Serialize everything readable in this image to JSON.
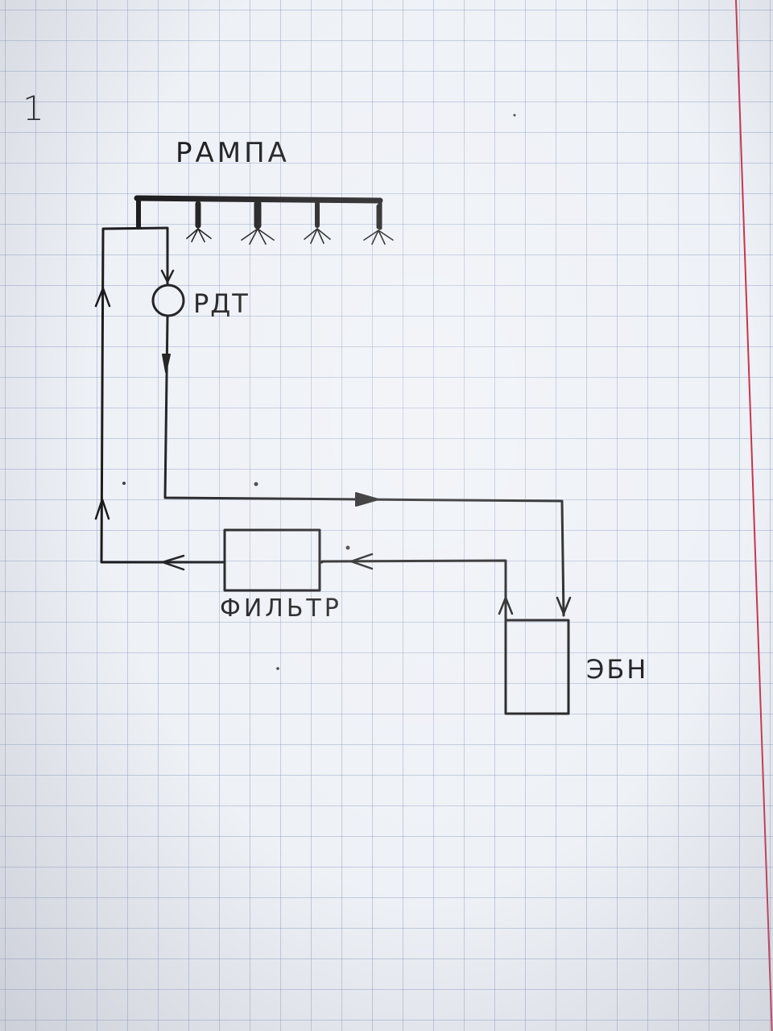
{
  "page": {
    "number": "1"
  },
  "labels": {
    "rampa": "РАМПА",
    "rdt": "РДТ",
    "filter": "ФИЛЬТР",
    "ebn": "ЭБН"
  },
  "colors": {
    "ink": "#1b1b1d",
    "grid": "#8c9bc0",
    "margin": "#c8344e",
    "paper": "#eef1f6"
  }
}
